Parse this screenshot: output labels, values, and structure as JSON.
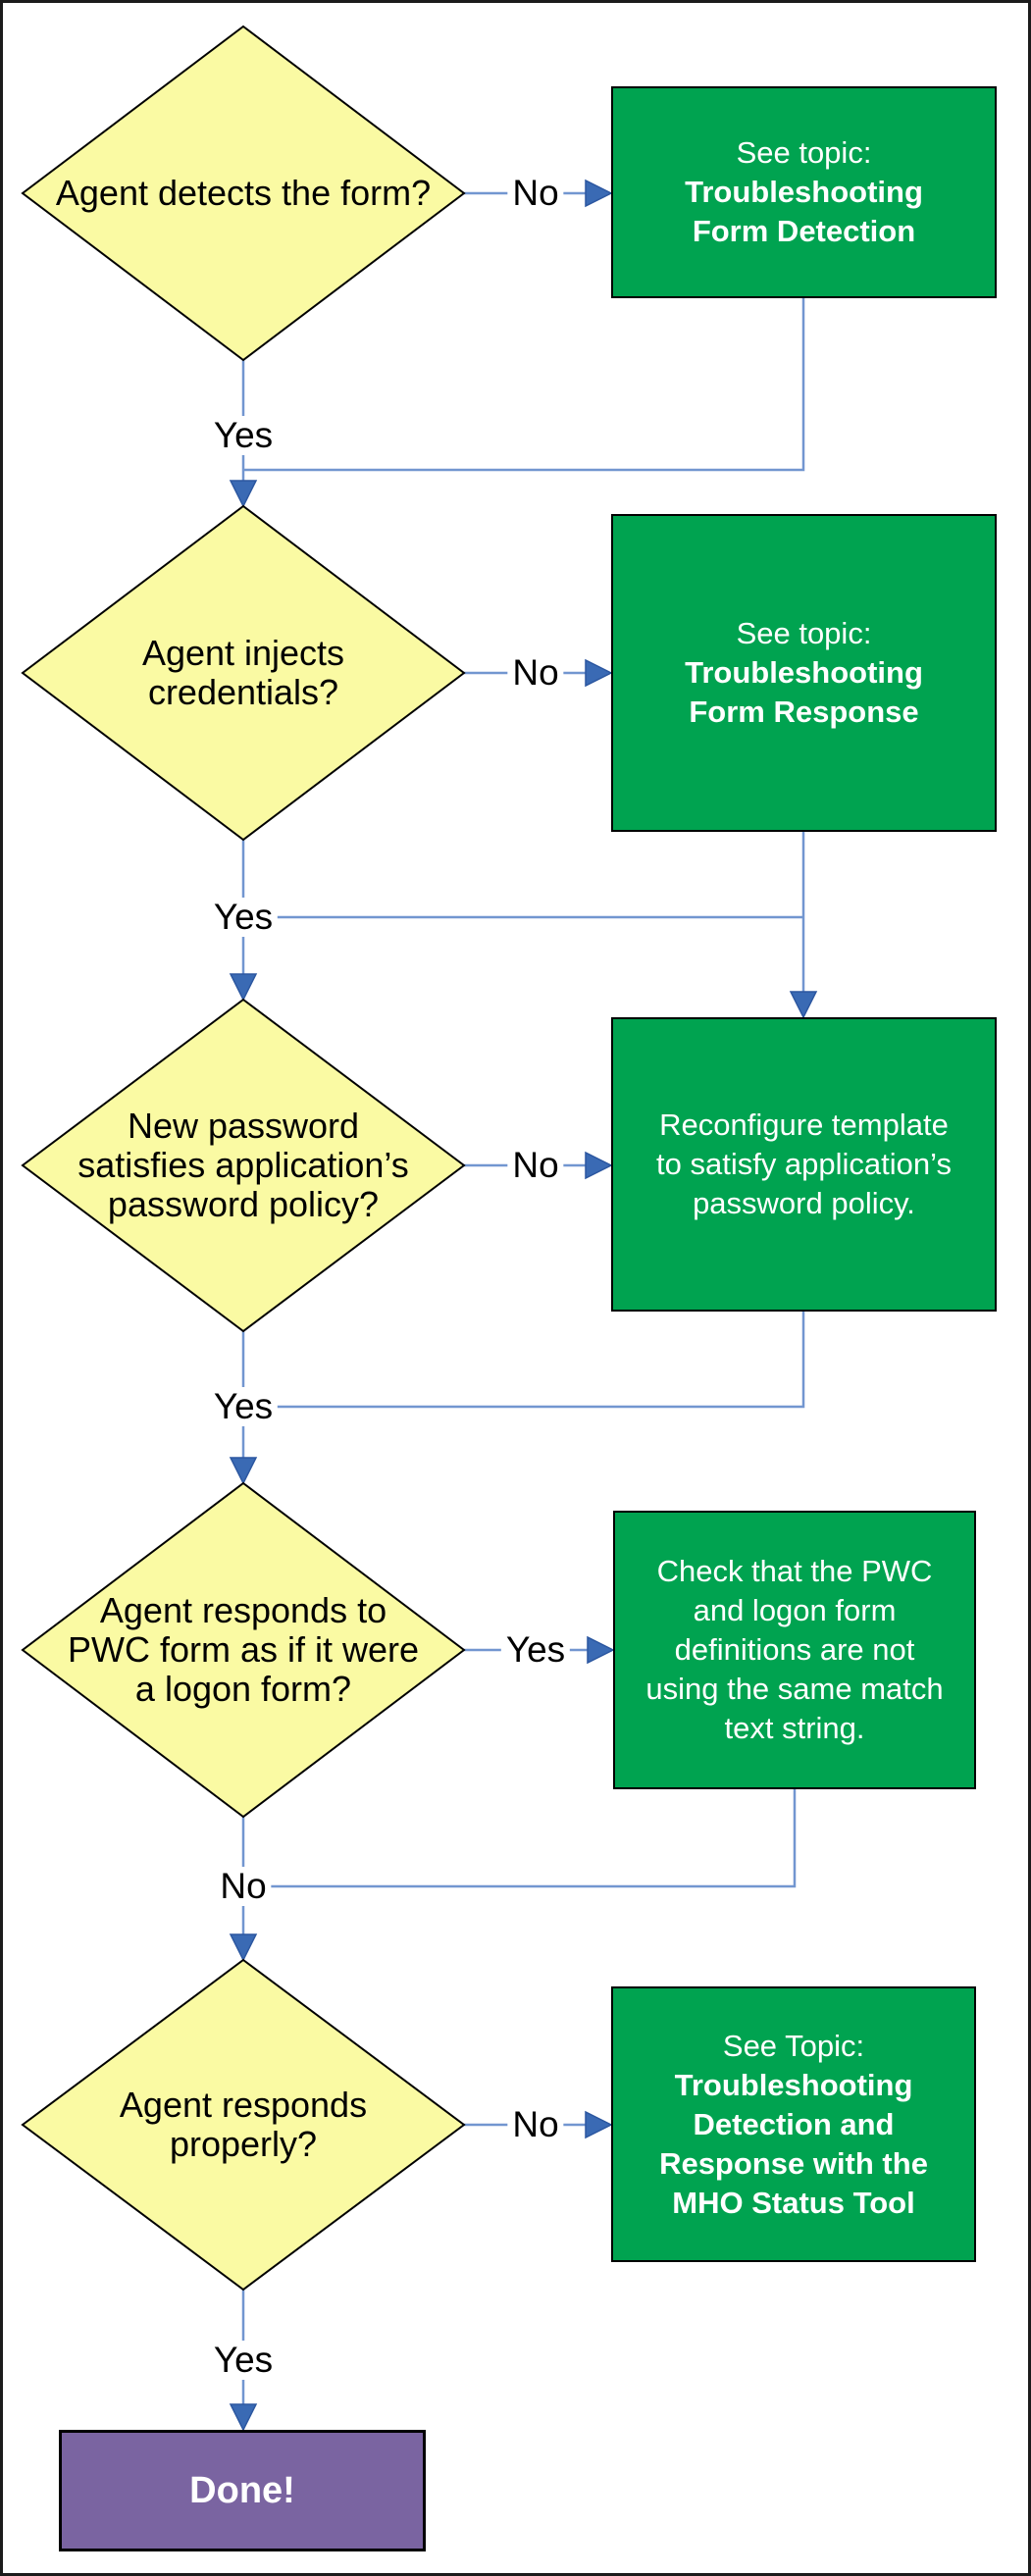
{
  "diagram": {
    "type": "flowchart",
    "decisions": {
      "d1": {
        "lines": [
          "Agent detects the form?"
        ]
      },
      "d2": {
        "lines": [
          "Agent injects",
          "credentials?"
        ]
      },
      "d3": {
        "lines": [
          "New password",
          "satisfies application’s",
          "password policy?"
        ]
      },
      "d4": {
        "lines": [
          "Agent responds to",
          "PWC form as if it were",
          "a logon form?"
        ]
      },
      "d5": {
        "lines": [
          "Agent responds",
          "properly?"
        ]
      }
    },
    "actions": {
      "g1": {
        "intro": "See topic:",
        "bold_lines": [
          "Troubleshooting",
          "Form Detection"
        ]
      },
      "g2": {
        "intro": "See topic:",
        "bold_lines": [
          "Troubleshooting",
          "Form Response"
        ]
      },
      "g3": {
        "lines": [
          "Reconfigure template",
          "to satisfy application’s",
          "password policy."
        ]
      },
      "g4": {
        "lines": [
          "Check that the PWC",
          "and logon form",
          "definitions are not",
          "using the same match",
          "text string."
        ]
      },
      "g5": {
        "intro": "See Topic:",
        "bold_lines": [
          "Troubleshooting",
          "Detection and",
          "Response with the",
          "MHO Status Tool"
        ]
      }
    },
    "terminal": {
      "label": "Done!"
    },
    "edge_labels": {
      "s1_no": "No",
      "s1_yes": "Yes",
      "s2_no": "No",
      "s2_yes": "Yes",
      "s3_no": "No",
      "s3_yes": "Yes",
      "s4_yes": "Yes",
      "s4_no": "No",
      "s5_no": "No",
      "s5_yes": "Yes"
    },
    "colors": {
      "decision_fill": "#fafaa3",
      "action_fill": "#00a350",
      "terminal_fill": "#7a64a1",
      "connector": "#7296d0",
      "arrow": "#3a6ab4",
      "text_light": "#ffffff"
    }
  }
}
